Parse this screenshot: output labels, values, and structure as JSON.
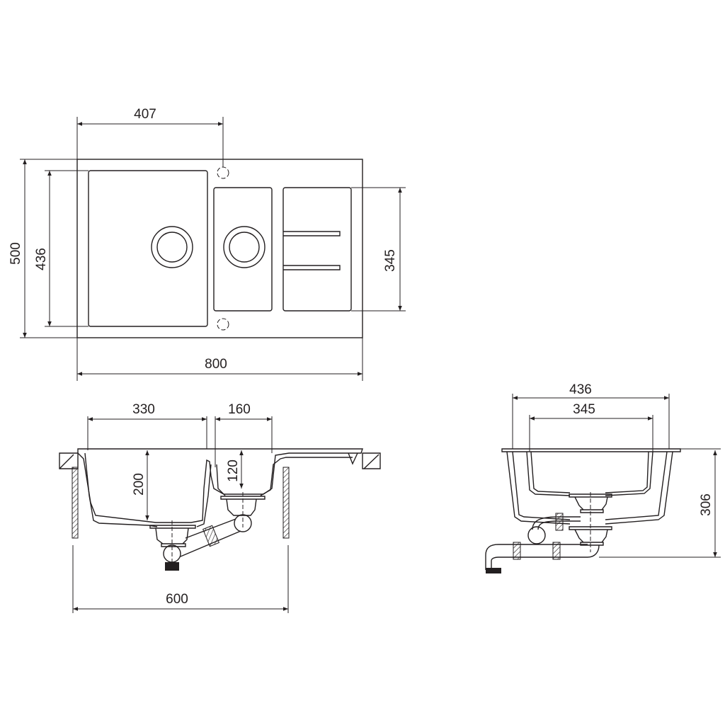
{
  "drawing": {
    "line_color": "#231f20",
    "top_view": {
      "dimensions": {
        "width_total": "800",
        "height_total": "500",
        "bowl_height": "436",
        "small_bowl_height": "345",
        "tap_offset": "407"
      }
    },
    "front_section": {
      "dimensions": {
        "large_bowl_width": "330",
        "small_bowl_width": "160",
        "large_bowl_depth": "200",
        "small_bowl_depth": "120",
        "cabinet_width": "600"
      }
    },
    "side_section": {
      "dimensions": {
        "outer_depth": "436",
        "inner_depth": "345",
        "total_height": "306"
      }
    }
  }
}
